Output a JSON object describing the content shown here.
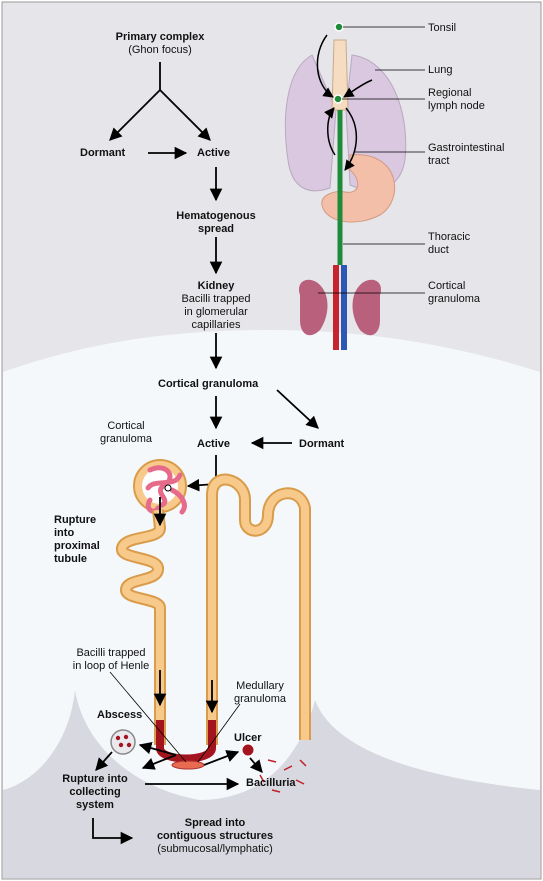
{
  "flow": {
    "primary_complex_title": "Primary complex",
    "primary_complex_sub": "(Ghon focus)",
    "dormant_1": "Dormant",
    "active_1": "Active",
    "hematogenous_1": "Hematogenous",
    "hematogenous_2": "spread",
    "kidney_title": "Kidney",
    "kidney_line1": "Bacilli trapped",
    "kidney_line2": "in glomerular",
    "kidney_line3": "capillaries",
    "cortical_granuloma": "Cortical granuloma",
    "active_2": "Active",
    "dormant_2": "Dormant"
  },
  "anatomy": {
    "tonsil": "Tonsil",
    "lung": "Lung",
    "regional_1": "Regional",
    "regional_2": "lymph node",
    "gi_1": "Gastrointestinal",
    "gi_2": "tract",
    "thoracic_1": "Thoracic",
    "thoracic_2": "duct",
    "cortical_1": "Cortical",
    "cortical_2": "granuloma"
  },
  "nephron": {
    "cortical_1": "Cortical",
    "cortical_2": "granuloma",
    "rupture_1": "Rupture",
    "rupture_2": "into",
    "rupture_3": "proximal",
    "rupture_4": "tubule",
    "bacilli_1": "Bacilli trapped",
    "bacilli_2": "in loop of Henle",
    "medullary_1": "Medullary",
    "medullary_2": "granuloma",
    "abscess": "Abscess",
    "ulcer": "Ulcer",
    "rupture_cs_1": "Rupture into",
    "rupture_cs_2": "collecting",
    "rupture_cs_3": "system",
    "bacilluria": "Bacilluria",
    "spread_1": "Spread into",
    "spread_2": "contiguous structures",
    "spread_3": "(submucosal/lymphatic)"
  },
  "colors": {
    "cortex_bg": "#e6e6ea",
    "medulla_bg": "#f5f8fb",
    "pelvis_bg": "#d8d8e0",
    "tubule": "#f7c98a",
    "granuloma": "#e66a8a",
    "loop": "#a3141e",
    "lung": "#d9c8df",
    "kidney": "#b9607d",
    "duct": "#1f8a3a"
  }
}
